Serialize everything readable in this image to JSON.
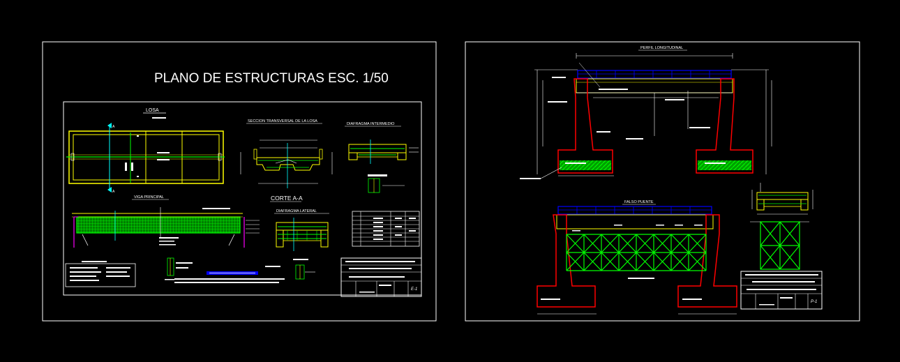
{
  "sheet_left": {
    "title": "PLANO DE ESTRUCTURAS ESC. 1/50",
    "labels": {
      "losa": "LOSA",
      "seccion": "SECCION TRANSVERSAL DE LA LOSA",
      "diafragma_intermedio": "DIAFRAGMA  INTERMEDIO",
      "viga_principal": "VIGA PRINCIPAL",
      "corte": "CORTE A-A",
      "diafragma_lateral": "DIAFRAGMA  LATERAL",
      "sheet_code": "E-1",
      "section_mark": "A"
    }
  },
  "sheet_right": {
    "labels": {
      "perfil": "PERFIL LONGITUDINAL",
      "falso_puente": "FALSO PUENTE",
      "sheet_code": "P-1"
    }
  },
  "colors": {
    "background": "#000000",
    "frame": "#ffffff",
    "slab_yellow": "#ffff00",
    "rebar_green": "#00ff00",
    "railing_blue": "#0000ff",
    "abutment_red": "#ff0000",
    "accent_magenta": "#ff00ff",
    "title_fill": "#0000ff"
  }
}
